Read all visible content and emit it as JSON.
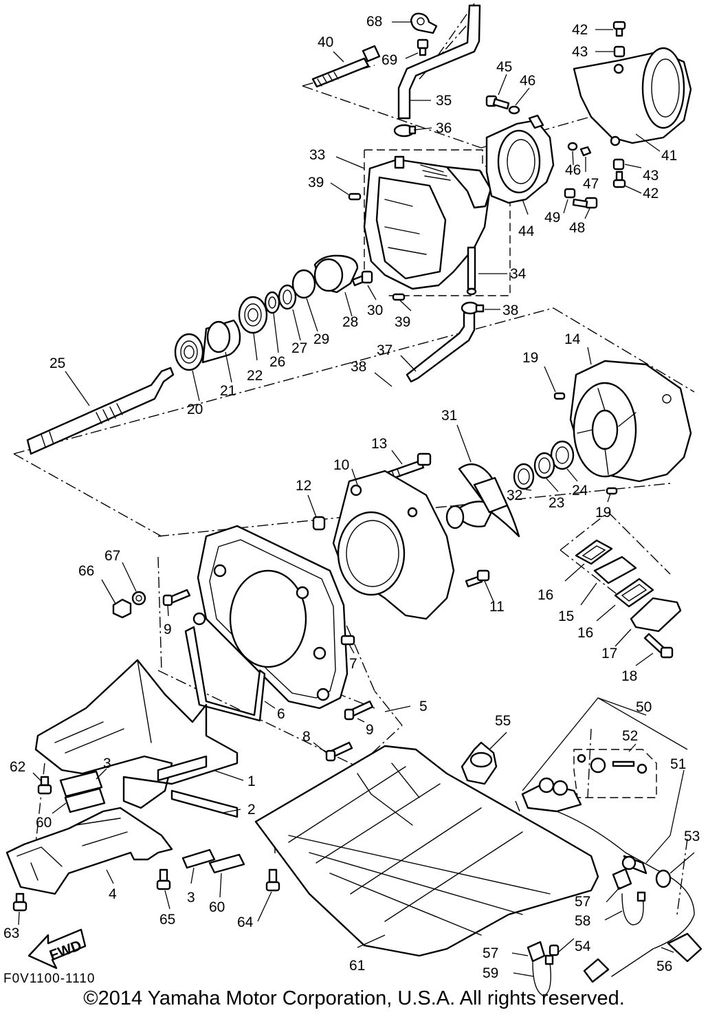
{
  "diagram": {
    "callouts": [
      {
        "id": "c68",
        "text": "68"
      },
      {
        "id": "c40",
        "text": "40"
      },
      {
        "id": "c69",
        "text": "69"
      },
      {
        "id": "c42a",
        "text": "42"
      },
      {
        "id": "c43a",
        "text": "43"
      },
      {
        "id": "c45",
        "text": "45"
      },
      {
        "id": "c46a",
        "text": "46"
      },
      {
        "id": "c35",
        "text": "35"
      },
      {
        "id": "c36",
        "text": "36"
      },
      {
        "id": "c33",
        "text": "33"
      },
      {
        "id": "c39a",
        "text": "39"
      },
      {
        "id": "c41",
        "text": "41"
      },
      {
        "id": "c46b",
        "text": "46"
      },
      {
        "id": "c47",
        "text": "47"
      },
      {
        "id": "c43b",
        "text": "43"
      },
      {
        "id": "c42b",
        "text": "42"
      },
      {
        "id": "c44",
        "text": "44"
      },
      {
        "id": "c49",
        "text": "49"
      },
      {
        "id": "c48",
        "text": "48"
      },
      {
        "id": "c34",
        "text": "34"
      },
      {
        "id": "c30",
        "text": "30"
      },
      {
        "id": "c38a",
        "text": "38"
      },
      {
        "id": "c39b",
        "text": "39"
      },
      {
        "id": "c28",
        "text": "28"
      },
      {
        "id": "c29",
        "text": "29"
      },
      {
        "id": "c27",
        "text": "27"
      },
      {
        "id": "c26",
        "text": "26"
      },
      {
        "id": "c22",
        "text": "22"
      },
      {
        "id": "c21",
        "text": "21"
      },
      {
        "id": "c20",
        "text": "20"
      },
      {
        "id": "c25",
        "text": "25"
      },
      {
        "id": "c37",
        "text": "37"
      },
      {
        "id": "c38b",
        "text": "38"
      },
      {
        "id": "c19a",
        "text": "19"
      },
      {
        "id": "c14",
        "text": "14"
      },
      {
        "id": "c31",
        "text": "31"
      },
      {
        "id": "c13",
        "text": "13"
      },
      {
        "id": "c10",
        "text": "10"
      },
      {
        "id": "c12",
        "text": "12"
      },
      {
        "id": "c32",
        "text": "32"
      },
      {
        "id": "c23",
        "text": "23"
      },
      {
        "id": "c24",
        "text": "24"
      },
      {
        "id": "c19b",
        "text": "19"
      },
      {
        "id": "c67",
        "text": "67"
      },
      {
        "id": "c66",
        "text": "66"
      },
      {
        "id": "c9a",
        "text": "9"
      },
      {
        "id": "c11",
        "text": "11"
      },
      {
        "id": "c16a",
        "text": "16"
      },
      {
        "id": "c15",
        "text": "15"
      },
      {
        "id": "c16b",
        "text": "16"
      },
      {
        "id": "c17",
        "text": "17"
      },
      {
        "id": "c18",
        "text": "18"
      },
      {
        "id": "c7",
        "text": "7"
      },
      {
        "id": "c5",
        "text": "5"
      },
      {
        "id": "c6",
        "text": "6"
      },
      {
        "id": "c9b",
        "text": "9"
      },
      {
        "id": "c8",
        "text": "8"
      },
      {
        "id": "c55",
        "text": "55"
      },
      {
        "id": "c50",
        "text": "50"
      },
      {
        "id": "c52",
        "text": "52"
      },
      {
        "id": "c51",
        "text": "51"
      },
      {
        "id": "c62",
        "text": "62"
      },
      {
        "id": "c3a",
        "text": "3"
      },
      {
        "id": "c1",
        "text": "1"
      },
      {
        "id": "c60a",
        "text": "60"
      },
      {
        "id": "c2",
        "text": "2"
      },
      {
        "id": "c4",
        "text": "4"
      },
      {
        "id": "c3b",
        "text": "3"
      },
      {
        "id": "c60b",
        "text": "60"
      },
      {
        "id": "c65",
        "text": "65"
      },
      {
        "id": "c64",
        "text": "64"
      },
      {
        "id": "c63",
        "text": "63"
      },
      {
        "id": "c53",
        "text": "53"
      },
      {
        "id": "c57a",
        "text": "57"
      },
      {
        "id": "c58",
        "text": "58"
      },
      {
        "id": "c54",
        "text": "54"
      },
      {
        "id": "c57b",
        "text": "57"
      },
      {
        "id": "c59",
        "text": "59"
      },
      {
        "id": "c61",
        "text": "61"
      },
      {
        "id": "c56",
        "text": "56"
      }
    ],
    "fwd_label": "FWD",
    "drawing_code": "F0V1100-1110",
    "copyright": "©2014 Yamaha Motor Corporation, U.S.A. All rights reserved."
  }
}
